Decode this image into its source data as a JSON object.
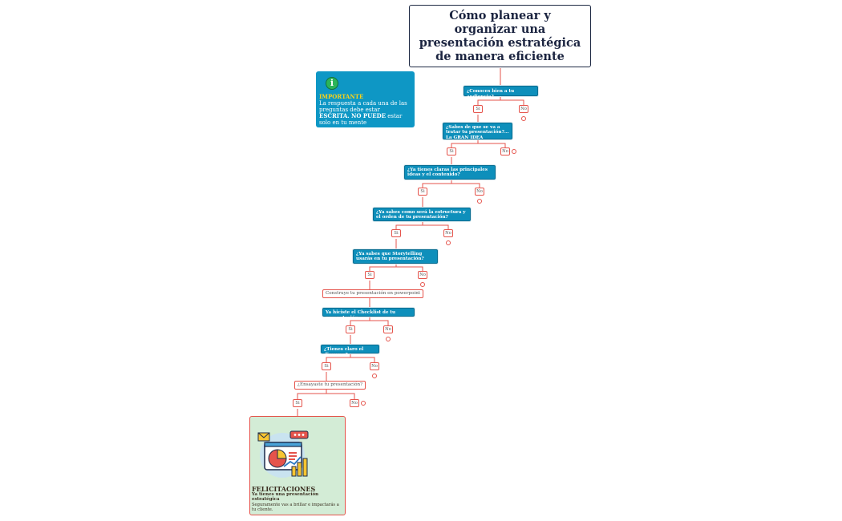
{
  "title": "Cómo planear y organizar una presentación estratégica de manera eficiente",
  "info": {
    "heading": "IMPORTANTE",
    "text_before": "La respuesta a cada una de las preguntas debe estar ",
    "bold1": "ESCRITA.",
    "bold2": "NO PUEDE",
    "text_after": " estar solo en tu mente"
  },
  "questions": [
    "¿Conoces bien a tu audiencia?",
    "¿Sabes de que se va a tratar tu presentación?... La GRAN IDEA",
    "¿Ya tienes claras las principales ideas y el contenido?",
    "¿Ya sabes como será la estructura y el orden de tu presentación?",
    "¿Ya sabes que Storytelling usarás en tu presentación?",
    "Ya hiciste el Checklist de tu presentación",
    "¿Tienes claro el discurso?"
  ],
  "white_nodes": {
    "build": "Construye tu presentación en powerpoint",
    "rehearse": "¿Ensayaste tu presentación?"
  },
  "answers": {
    "yes": "Si",
    "no": "No"
  },
  "final": {
    "title": "FELICITACIONES",
    "subtitle": "Ya tienes una presentación estratégica",
    "text": "Seguramente vas a brillar e impactarás a tu cliente."
  },
  "colors": {
    "question_bg": "#0e8fbb",
    "connector": "#e5534b",
    "info_bg": "#0e97c5",
    "final_bg": "#d3ecd6",
    "highlight": "#f7d21a"
  }
}
